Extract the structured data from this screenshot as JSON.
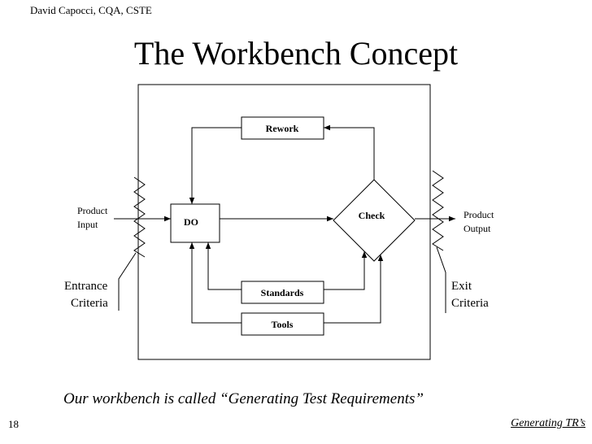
{
  "header": {
    "author": "David Capocci, CQA, CSTE"
  },
  "slide": {
    "title": "The Workbench Concept"
  },
  "diagram": {
    "rework": "Rework",
    "do": "DO",
    "check": "Check",
    "standards": "Standards",
    "tools": "Tools",
    "product_input": [
      "Product",
      "Input"
    ],
    "product_output": [
      "Product",
      "Output"
    ],
    "entrance_criteria": [
      "Entrance",
      "Criteria"
    ],
    "exit_criteria": [
      "Exit",
      "Criteria"
    ]
  },
  "caption": "Our workbench is called “Generating Test Requirements”",
  "footer": {
    "slide_number": "18",
    "link": "Generating TR’s"
  }
}
